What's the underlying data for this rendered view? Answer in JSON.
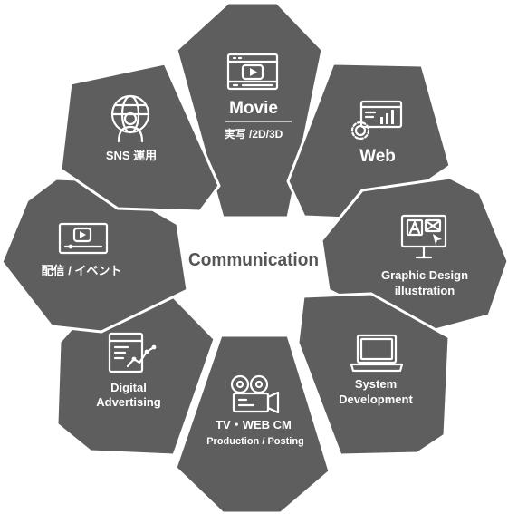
{
  "center": {
    "label": "Communication"
  },
  "colors": {
    "petal": "#5e5e5e",
    "text": "#ffffff",
    "center_text": "#555555"
  },
  "petals": {
    "movie": {
      "title": "Movie",
      "sub": "実写 /2D/3D",
      "icon": "video-screen-icon"
    },
    "web": {
      "title": "Web",
      "icon": "monitor-chart-gear-icon"
    },
    "graphic": {
      "line1": "Graphic Design",
      "line2": "illustration",
      "icon": "design-monitor-icon"
    },
    "system": {
      "line1": "System",
      "line2": "Development",
      "icon": "laptop-icon"
    },
    "tvcm": {
      "line1": "TV・WEB CM",
      "line2": "Production / Posting",
      "icon": "film-camera-icon"
    },
    "digital": {
      "line1": "Digital",
      "line2": "Advertising",
      "icon": "analytics-document-icon"
    },
    "haishin": {
      "title": "配信 / イベント",
      "icon": "video-player-icon"
    },
    "sns": {
      "title": "SNS 運用",
      "icon": "globe-person-icon"
    }
  }
}
